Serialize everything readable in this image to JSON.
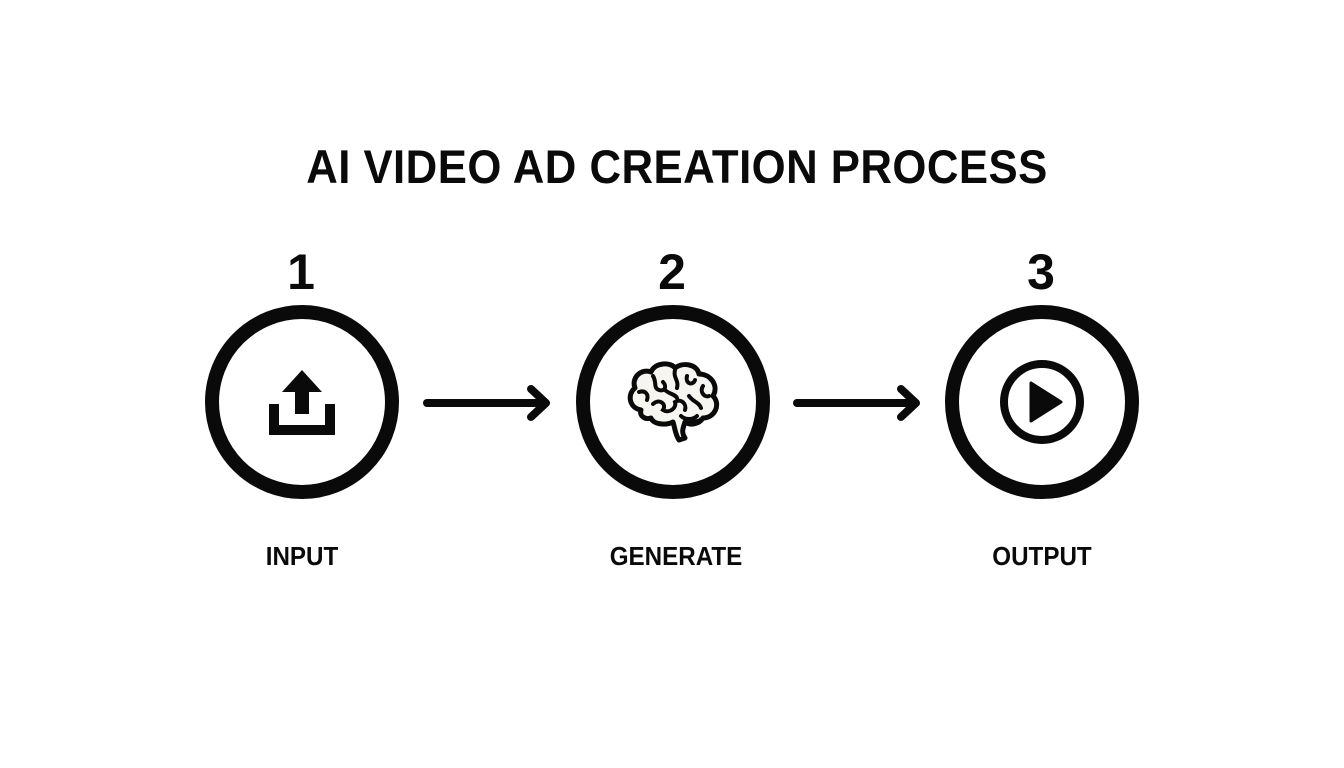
{
  "title": "AI VIDEO AD CREATION PROCESS",
  "steps": [
    {
      "number": "1",
      "label": "INPUT",
      "icon": "upload-icon"
    },
    {
      "number": "2",
      "label": "GENERATE",
      "icon": "brain-icon"
    },
    {
      "number": "3",
      "label": "OUTPUT",
      "icon": "play-circle-icon"
    }
  ],
  "connectors": [
    {
      "from": "1",
      "to": "2",
      "icon": "arrow-right-icon"
    },
    {
      "from": "2",
      "to": "3",
      "icon": "arrow-right-icon"
    }
  ],
  "colors": {
    "foreground": "#0a0a0a",
    "background": "#ffffff"
  }
}
